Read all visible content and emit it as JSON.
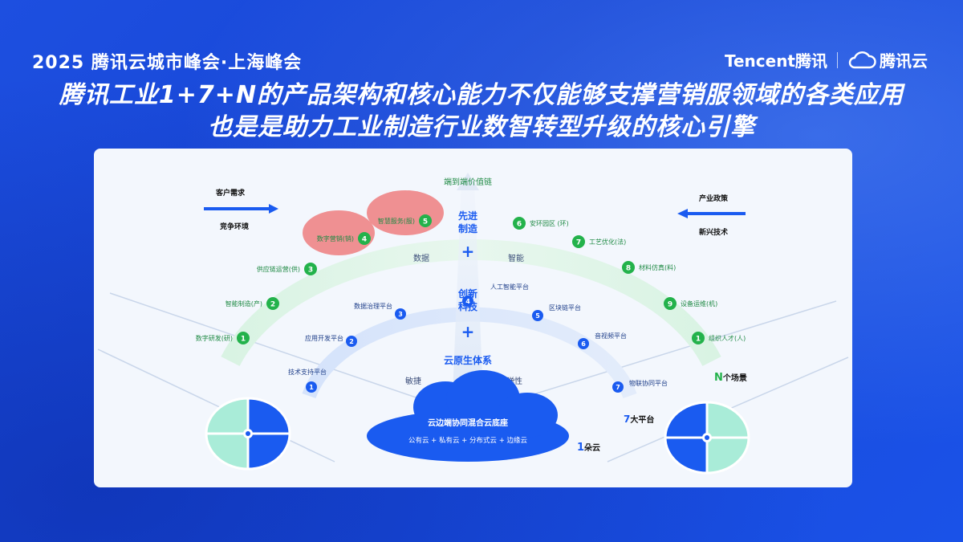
{
  "header": {
    "event_title": "2025 腾讯云城市峰会·上海峰会",
    "logo_tencent": "Tencent腾讯",
    "logo_cloud": "腾讯云"
  },
  "headline": {
    "line1": "腾讯工业1+7+N的产品架构和核心能力不仅能够支撑营销服领域的各类应用",
    "line2": "也是是助力工业制造行业数智转型升级的核心引擎"
  },
  "diagram": {
    "top_label": "端到端价值链",
    "left_arrow": {
      "top": "客户需求",
      "bottom": "竞争环境"
    },
    "right_arrow": {
      "top": "产业政策",
      "bottom": "新兴技术"
    },
    "center_labels": [
      "先进制造",
      "+",
      "创新科技",
      "+",
      "云原生体系"
    ],
    "mid_labels": {
      "data": "数据",
      "smart": "智能",
      "agile": "敏捷",
      "elastic": "弹性"
    },
    "outer_items": [
      {
        "num": "1",
        "label": "数字研发(研)"
      },
      {
        "num": "2",
        "label": "智能制造(产)"
      },
      {
        "num": "3",
        "label": "供应链运营(供)"
      },
      {
        "num": "4",
        "label": "数字营销(销)"
      },
      {
        "num": "5",
        "label": "智慧服务(服)"
      },
      {
        "num": "6",
        "label": "安环园区 (环)"
      },
      {
        "num": "7",
        "label": "工艺优化(法)"
      },
      {
        "num": "8",
        "label": "材料仿真(料)"
      },
      {
        "num": "9",
        "label": "设备运维(机)"
      },
      {
        "num": "1",
        "label": "组织人才(人)"
      }
    ],
    "inner_items": [
      {
        "num": "1",
        "label": "技术支持平台"
      },
      {
        "num": "2",
        "label": "应用开发平台"
      },
      {
        "num": "3",
        "label": "数据治理平台"
      },
      {
        "num": "4",
        "label": "人工智能平台"
      },
      {
        "num": "5",
        "label": "区块链平台"
      },
      {
        "num": "6",
        "label": "音视频平台"
      },
      {
        "num": "7",
        "label": "物联协同平台"
      }
    ],
    "cloud": {
      "title": "云边端协同混合云底座",
      "sub": "公有云 + 私有云 + 分布式云 + 边缘云"
    },
    "counts": {
      "n_num": "N",
      "n_text": "个场景",
      "seven_num": "7",
      "seven_text": "大平台",
      "one_num": "1",
      "one_text": "朵云"
    },
    "colors": {
      "green": "#23b24b",
      "blue": "#1a5bf0",
      "highlight": "#ee6e6e",
      "teal": "#a9ecd8"
    }
  }
}
